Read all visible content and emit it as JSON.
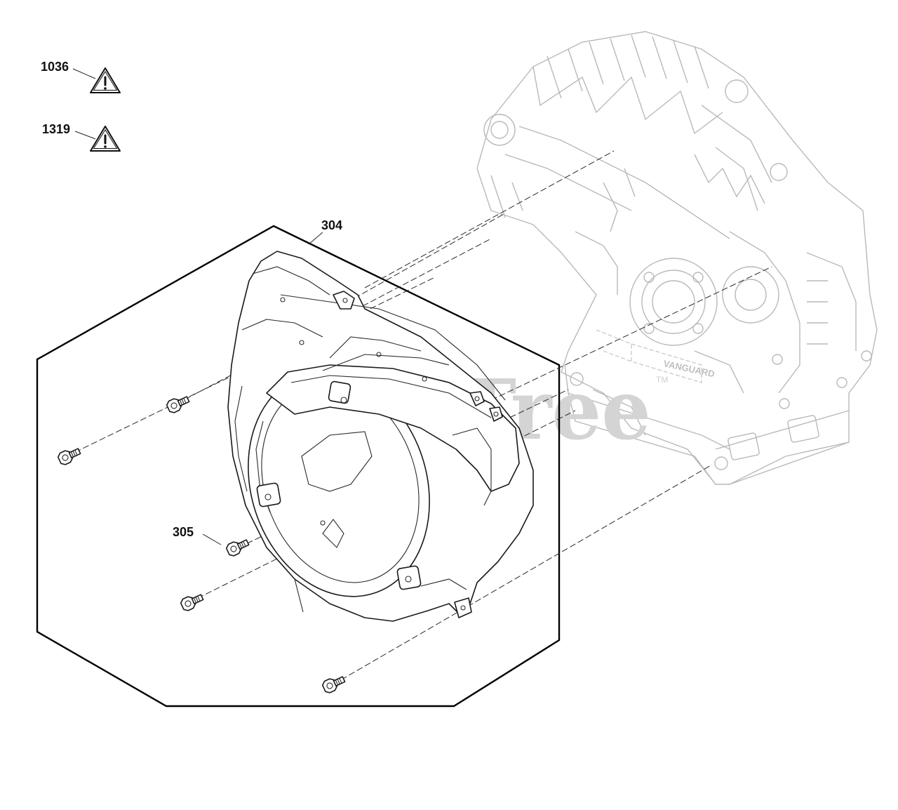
{
  "watermark": {
    "text": "PartsTree",
    "trademark": "TM"
  },
  "callouts": {
    "c1036": "1036",
    "c1319": "1319",
    "c304": "304",
    "c305": "305"
  },
  "engine_brand": "VANGUARD"
}
